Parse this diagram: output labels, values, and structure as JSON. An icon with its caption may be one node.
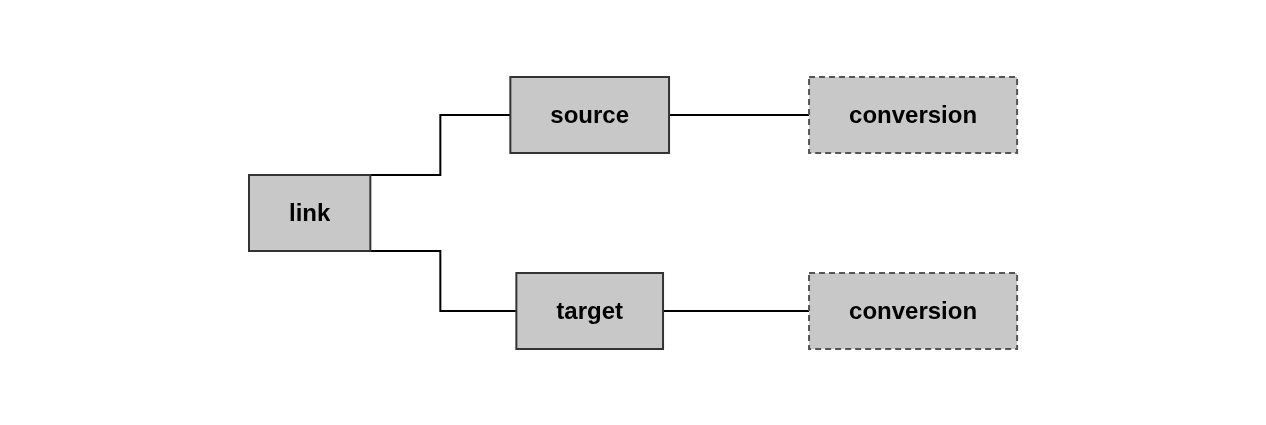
{
  "diagram": {
    "nodes": [
      {
        "text": [
          "link"
        ]
      },
      {
        "text": [
          "source"
        ]
      },
      {
        "text": [
          "conversion"
        ]
      },
      {
        "text": [
          "target"
        ]
      },
      {
        "text": [
          "conversion"
        ]
      }
    ],
    "edges": [
      {
        "from": 0,
        "to": 1,
        "arrow": "none"
      },
      {
        "from": 0,
        "to": 3,
        "arrow": "none"
      },
      {
        "from": 1,
        "to": 2,
        "arrow": "none"
      },
      {
        "from": 3,
        "to": 4,
        "arrow": "none"
      }
    ]
  }
}
